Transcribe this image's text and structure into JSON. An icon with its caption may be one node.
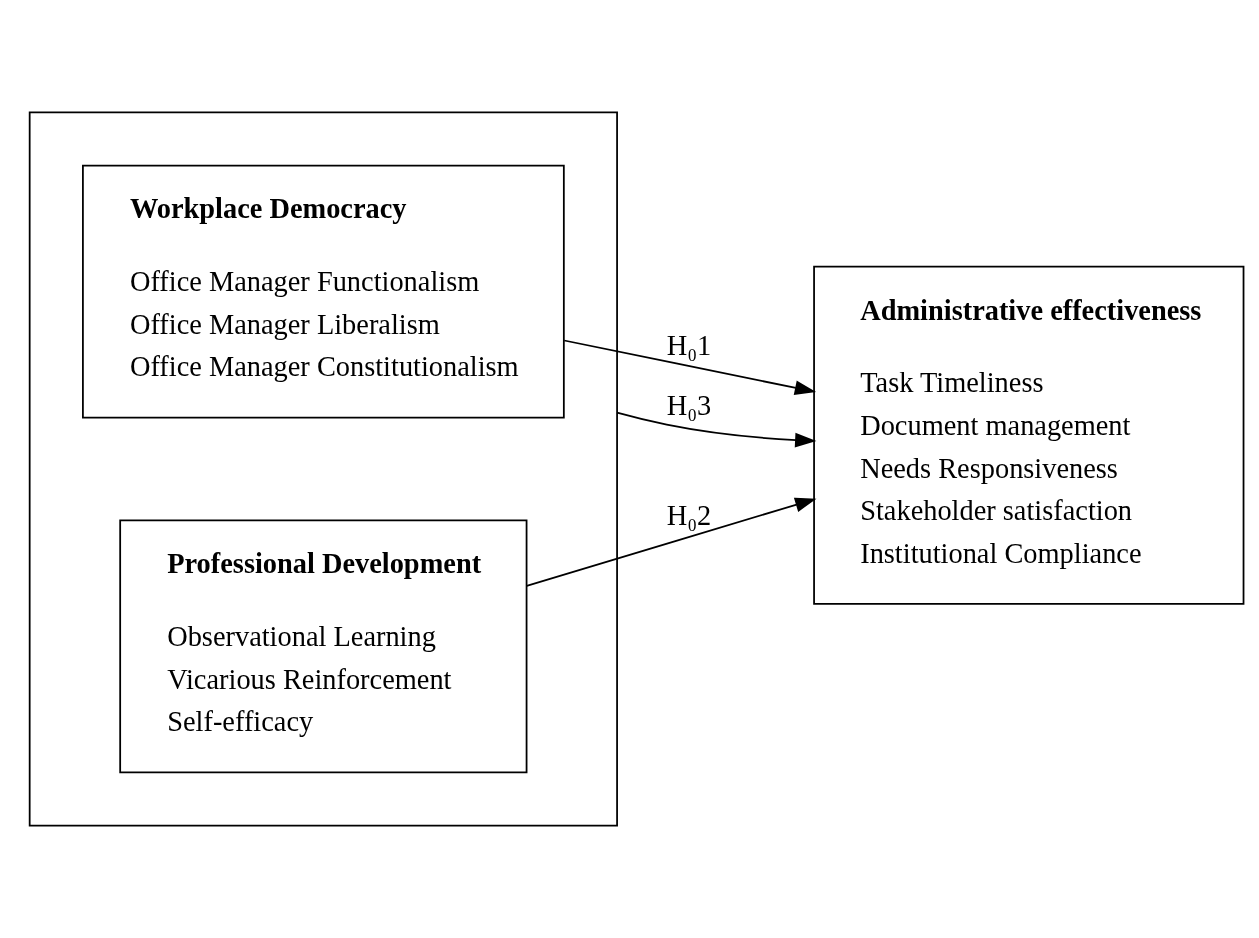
{
  "diagram": {
    "nodes": [
      {
        "text": [],
        "shape": "box"
      },
      {
        "text": [
          "Workplace Democracy",
          "Office Manager Functionalism",
          "Office Manager Liberalism",
          "Office Manager Constitutionalism"
        ],
        "in": 0
      },
      {
        "text": [
          "Professional Development",
          "Observational Learning",
          "Vicarious Reinforcement",
          "Self-efficacy"
        ],
        "in": 0
      },
      {
        "text": [
          "Administrative effectiveness",
          "Task Timeliness",
          "Document management",
          "Needs Responsiveness",
          "Stakeholder satisfaction",
          "Institutional Compliance"
        ]
      }
    ],
    "edges": [
      {
        "from": 1,
        "to": 3,
        "arrow": "to",
        "label": "H₀1"
      },
      {
        "from": 0,
        "to": 3,
        "arrow": "to",
        "label": "H₀3"
      },
      {
        "from": 2,
        "to": 3,
        "arrow": "to",
        "label": "H₀2"
      }
    ]
  }
}
